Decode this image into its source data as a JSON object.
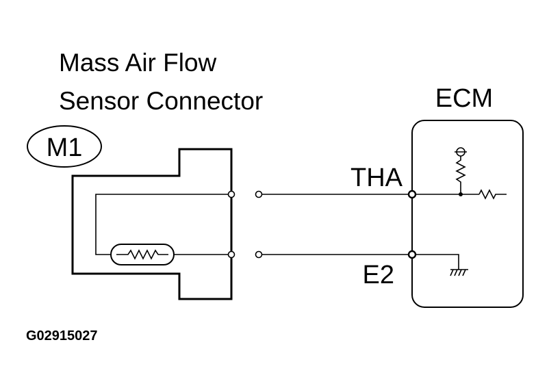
{
  "sensor": {
    "title_line1": "Mass Air Flow",
    "title_line2": "Sensor Connector",
    "connector_id": "M1"
  },
  "ecm": {
    "label": "ECM"
  },
  "pins": {
    "tha": "THA",
    "e2": "E2"
  },
  "figure_code": "G02915027"
}
